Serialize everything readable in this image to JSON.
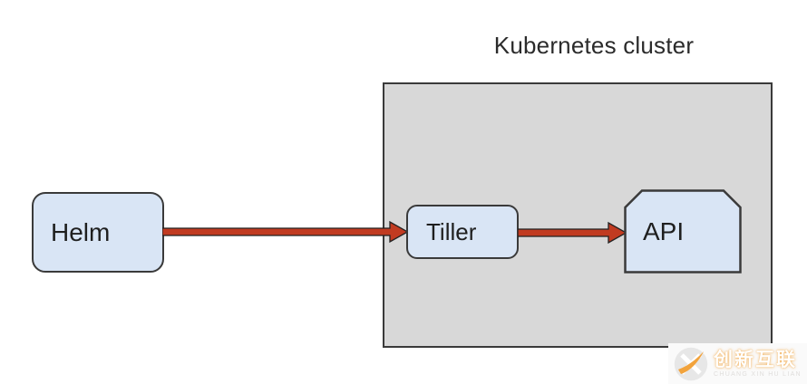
{
  "diagram": {
    "cluster_title": "Kubernetes cluster",
    "nodes": {
      "helm": {
        "label": "Helm",
        "shape": "rounded-rectangle"
      },
      "tiller": {
        "label": "Tiller",
        "shape": "rounded-rectangle"
      },
      "api": {
        "label": "API",
        "shape": "chamfered-top-rectangle"
      }
    },
    "edges": [
      {
        "from": "Helm",
        "to": "Tiller",
        "style": "thick-red-arrow"
      },
      {
        "from": "Tiller",
        "to": "API",
        "style": "thick-red-arrow"
      }
    ],
    "colors": {
      "node_fill": "#d9e5f5",
      "node_border": "#3a3a3a",
      "cluster_fill": "#d8d8d8",
      "cluster_border": "#3a3a3a",
      "arrow_fill": "#c13b21",
      "arrow_outline": "#222222",
      "title_text": "#2b2b2b"
    }
  },
  "watermark": {
    "brand_name": "创新互联",
    "brand_subtext": "CHUANG XIN HU LIAN",
    "logo": "swoosh-circle-icon",
    "accent_color": "#f2a33c"
  }
}
